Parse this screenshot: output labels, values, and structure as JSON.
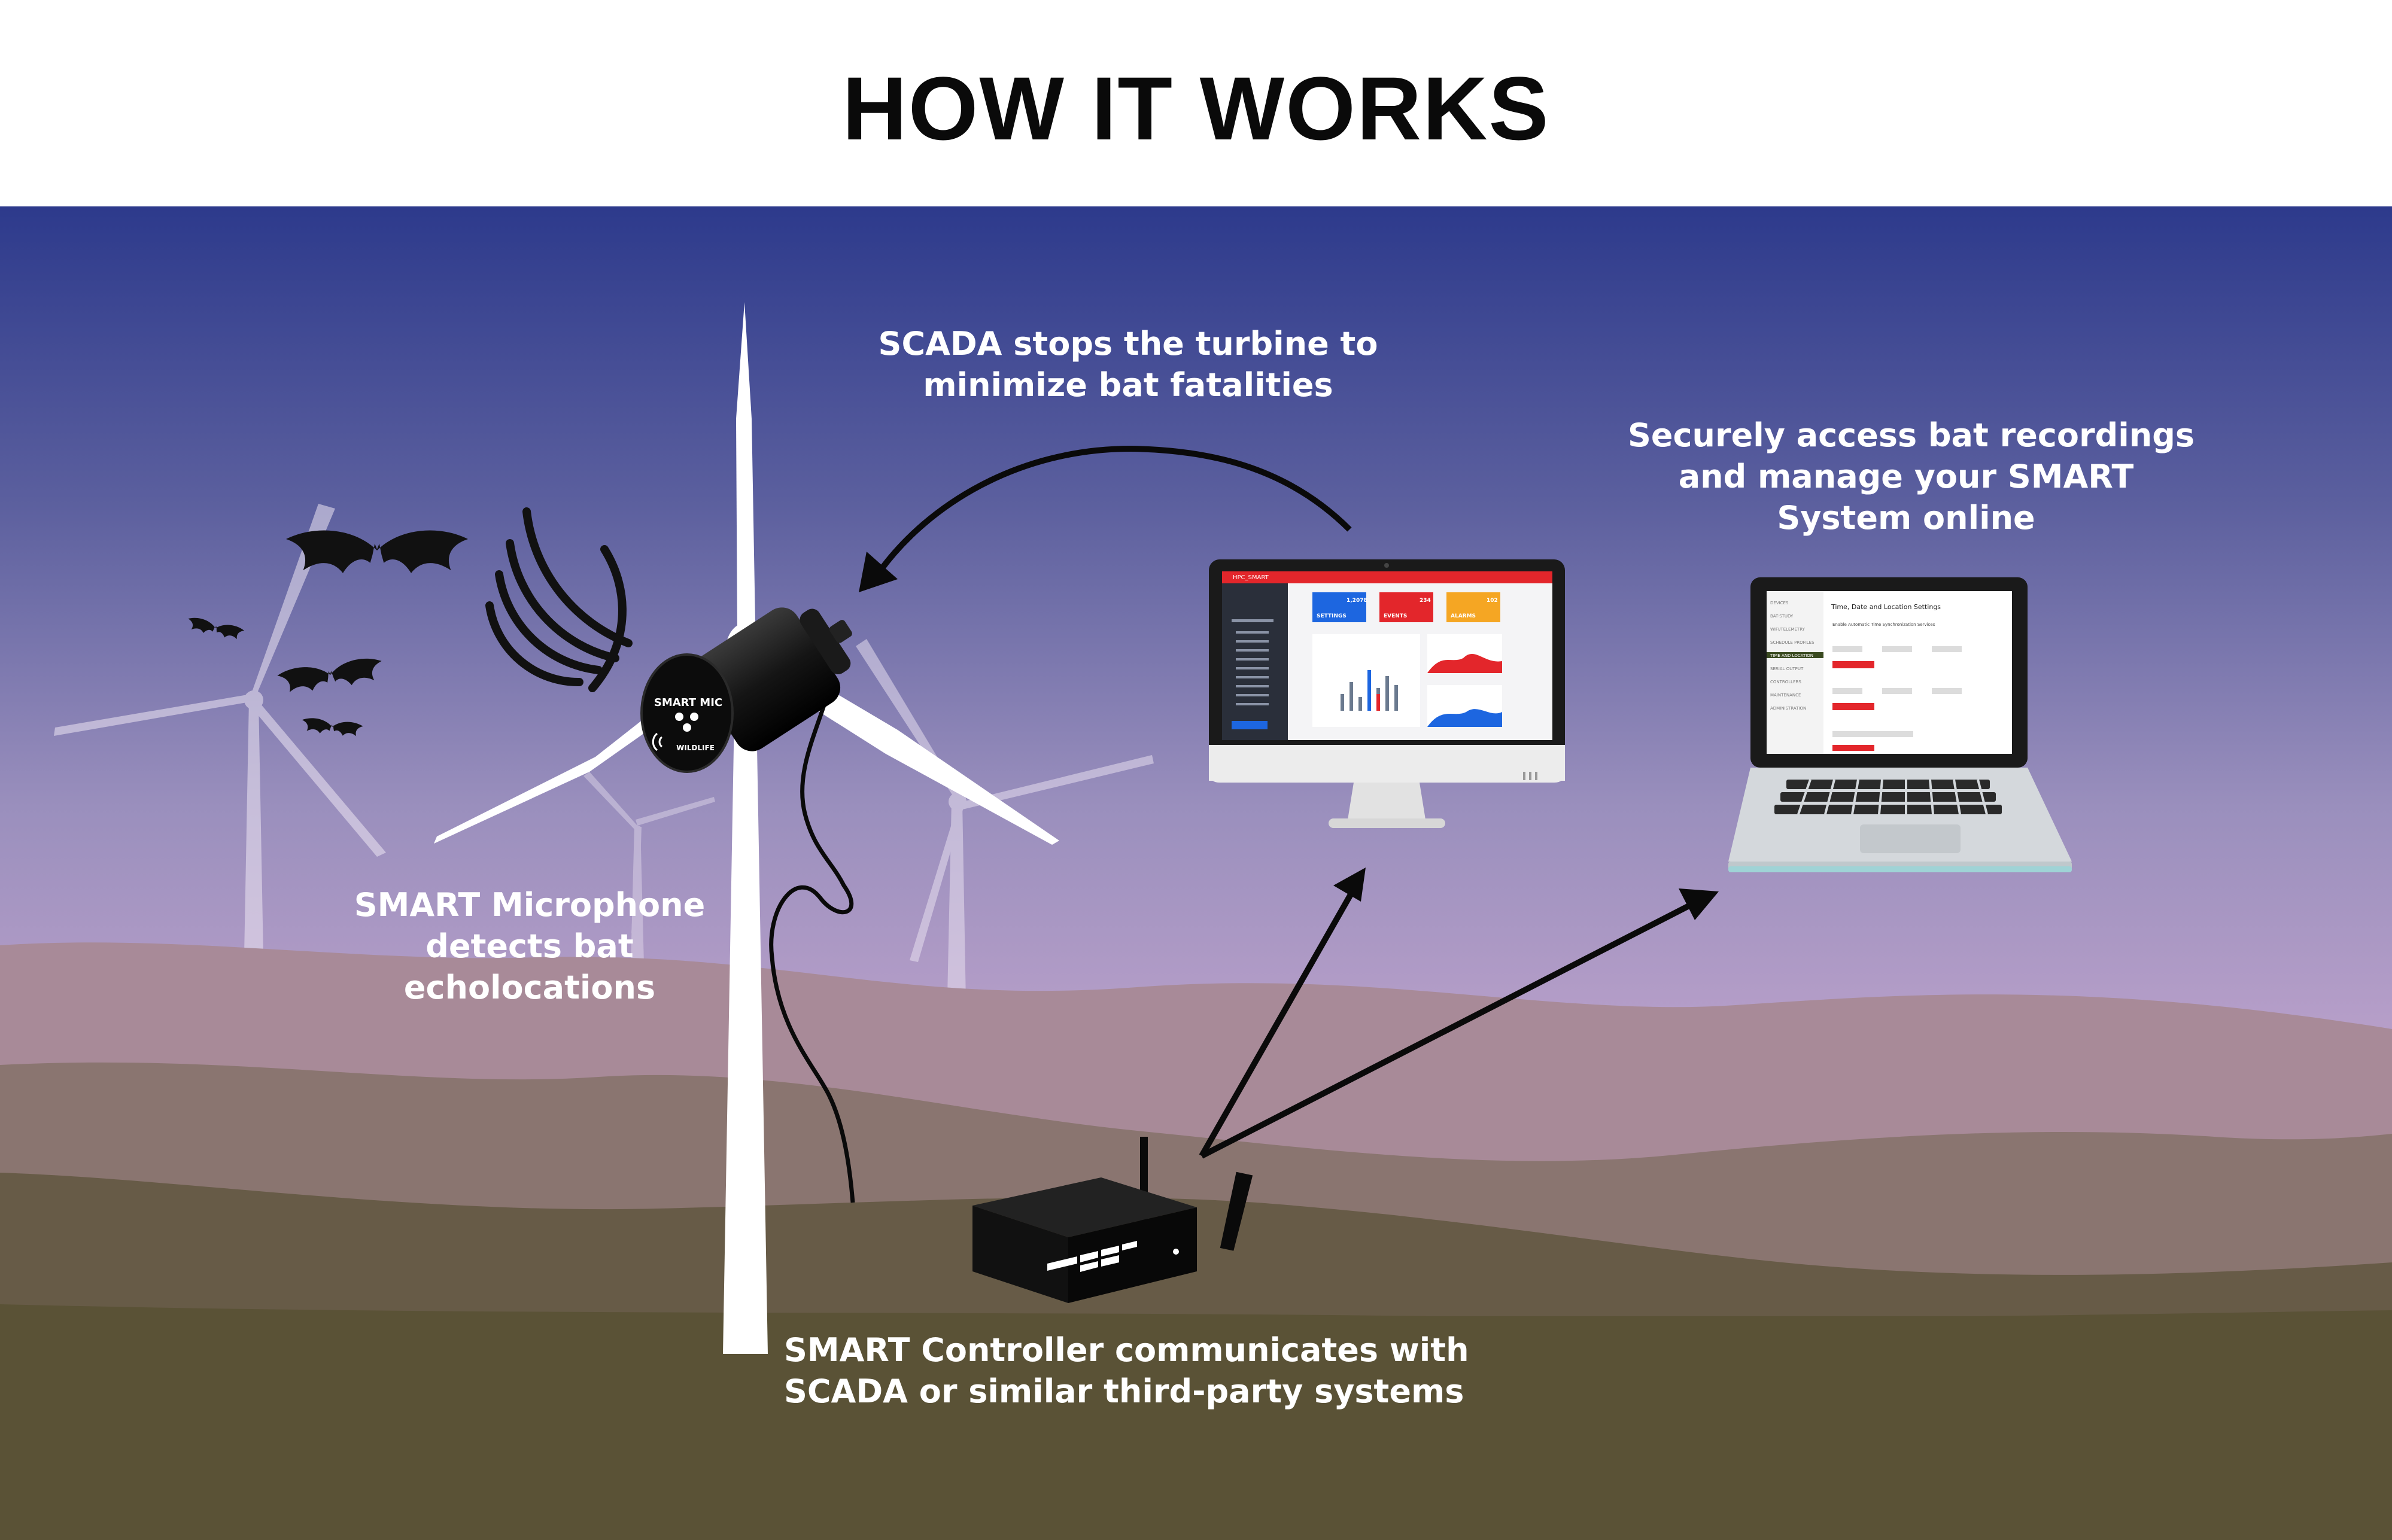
{
  "title": "HOW IT WORKS",
  "device_text": {
    "mic_brand": "SMART MIC",
    "mic_logo": "WILDLIFE",
    "monitor_brand": "HPC_SMART",
    "monitor_tiles": [
      "SETTINGS",
      "EVENTS",
      "ALARMS"
    ],
    "monitor_tile_values": [
      "1,2078",
      "234",
      "102"
    ],
    "laptop_heading": "Time, Date and Location Settings",
    "laptop_checkbox": "Enable Automatic Time Synchronization Services",
    "laptop_menu": [
      "DEVICES",
      "BAT-STUDY",
      "WIFI/TELEMETRY",
      "SCHEDULE PROFILES",
      "TIME AND LOCATION",
      "SERIAL OUTPUT",
      "CONTROLLERS",
      "MAINTENANCE",
      "ADMINISTRATION"
    ]
  },
  "labels": {
    "scada": [
      "SCADA stops the turbine to",
      "minimize bat fatalities"
    ],
    "online": [
      "Securely access bat recordings",
      "and manage your SMART",
      "System online"
    ],
    "mic": [
      "SMART Microphone",
      "detects bat",
      "echolocations"
    ],
    "controller": [
      "SMART Controller communicates with",
      "SCADA or similar third-party systems"
    ]
  },
  "colors": {
    "sky_top": "#2d3a8c",
    "sky_mid": "#8f85b5",
    "sky_horizon": "#e6b0d8",
    "ground": "#5a5236",
    "label_text": "#ffffff",
    "title_text": "#0a0a0a",
    "accent_red": "#e3262b",
    "accent_blue": "#1d66e0",
    "accent_orange": "#f5a623"
  }
}
